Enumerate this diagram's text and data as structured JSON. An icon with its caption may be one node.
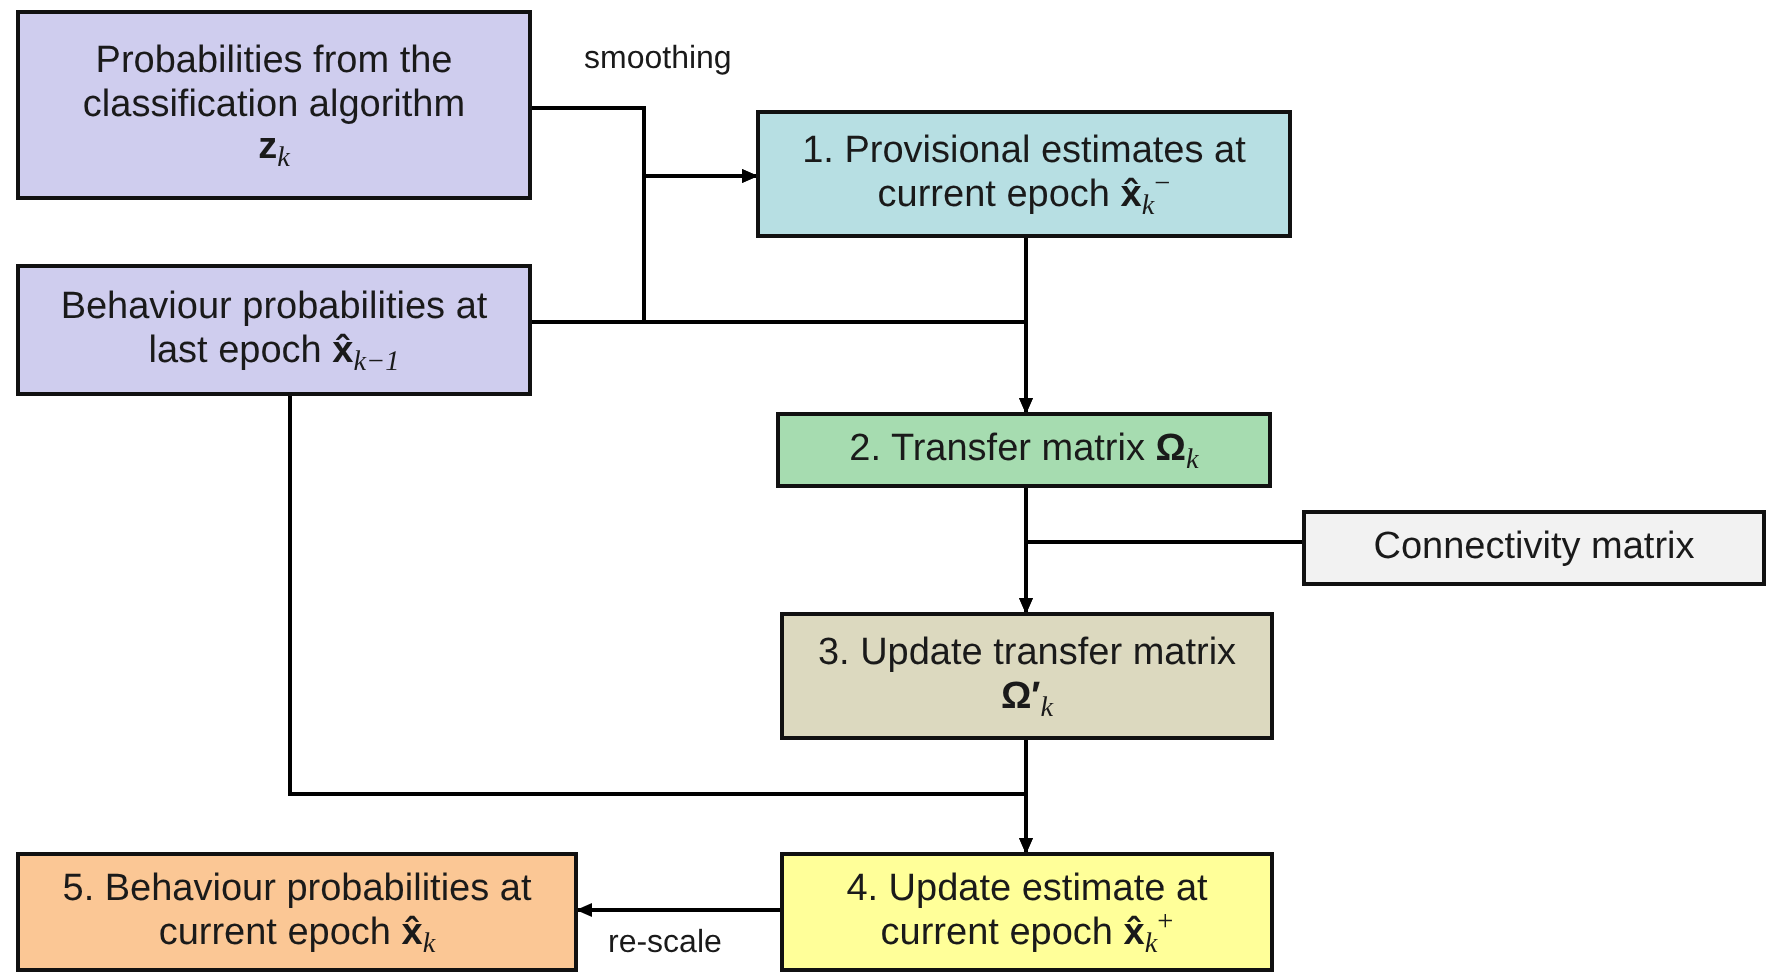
{
  "diagram": {
    "nodes": [
      {
        "text": [
          "Probabilities from the classification algorithm",
          "**z**$_{k}$"
        ]
      },
      {
        "text": [
          "Behaviour probabilities at last epoch **x̂**$_{k−1}$"
        ]
      },
      {
        "text": [
          "1. Provisional estimates at current epoch **x̂**$_{k}$$^{−}$"
        ]
      },
      {
        "text": [
          "2. Transfer matrix **Ω**$_{k}$"
        ]
      },
      {
        "text": [
          "Connectivity matrix"
        ]
      },
      {
        "text": [
          "3. Update transfer matrix **Ω′**$_{k}$"
        ]
      },
      {
        "text": [
          "4. Update estimate at current epoch **x̂**$_{k}$$^{+}$"
        ]
      },
      {
        "text": [
          "5. Behaviour probabilities at current epoch **x̂**$_{k}$"
        ]
      }
    ],
    "edges": [
      {
        "from": 0,
        "to": 2,
        "arrow": "to",
        "label": "smoothing"
      },
      {
        "from": 1,
        "to": 2,
        "arrow": "to"
      },
      {
        "from": 1,
        "to": 3,
        "arrow": "to"
      },
      {
        "from": 2,
        "to": 3,
        "arrow": "to"
      },
      {
        "from": 4,
        "to": 5,
        "arrow": "to"
      },
      {
        "from": 3,
        "to": 5,
        "arrow": "to"
      },
      {
        "from": 5,
        "to": 6,
        "arrow": "to"
      },
      {
        "from": 1,
        "to": 6,
        "arrow": "to"
      },
      {
        "from": 6,
        "to": 7,
        "arrow": "to",
        "label": "re-scale"
      }
    ]
  }
}
